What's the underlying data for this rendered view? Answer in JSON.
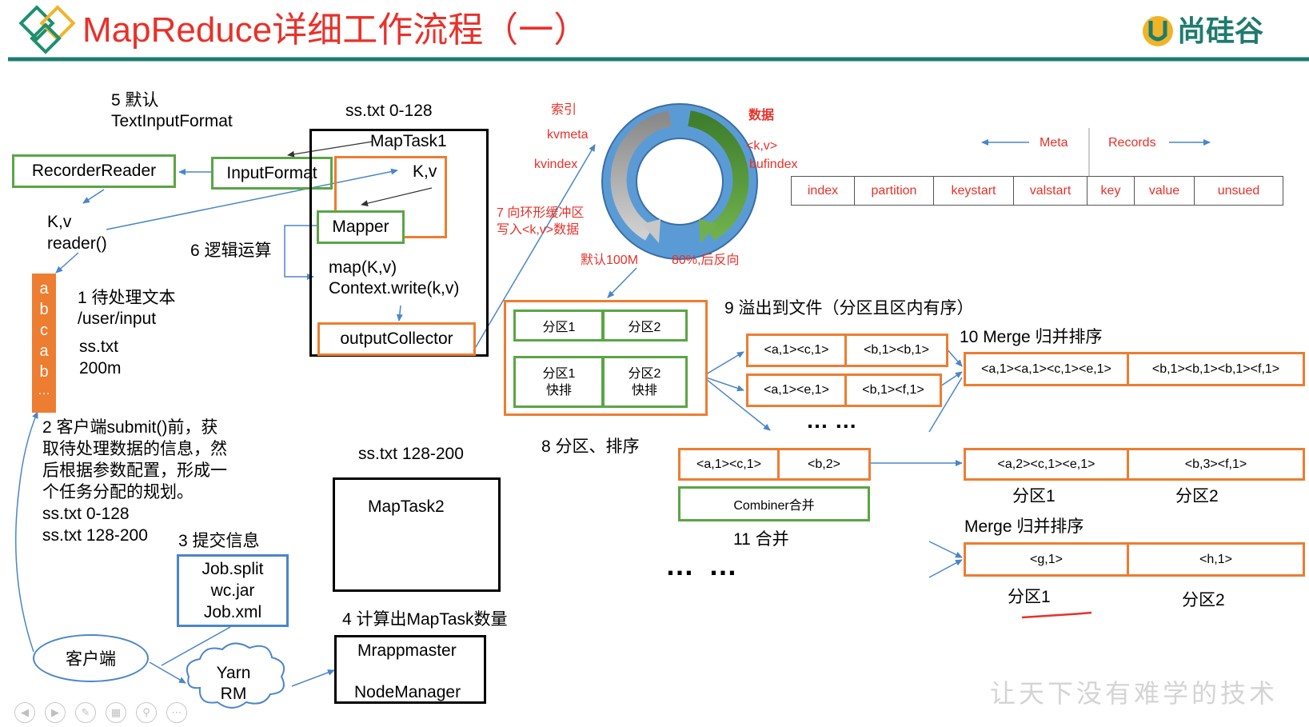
{
  "header": {
    "title": "MapReduce详细工作流程（一）",
    "logo_text": "尚硅谷"
  },
  "left": {
    "step5": "5 默认",
    "step5b": "TextInputFormat",
    "recorder_reader": "RecorderReader",
    "input_format": "InputFormat",
    "kv": "K,v",
    "reader": "reader()",
    "file_chars": [
      "a",
      "b",
      "c",
      "a",
      "b",
      "…"
    ],
    "step1": "1 待处理文本",
    "step1_path": "/user/input",
    "step1_file": "ss.txt",
    "step1_size": "200m",
    "step2": [
      "2 客户端submit()前，获",
      "取待处理数据的信息，然",
      "后根据参数配置，形成一",
      "个任务分配的规划。",
      "ss.txt  0-128",
      "ss.txt  128-200"
    ],
    "step3": "3 提交信息",
    "submit_files": [
      "Job.split",
      "wc.jar",
      "Job.xml"
    ],
    "client": "客户端",
    "yarn": [
      "Yarn",
      "RM"
    ]
  },
  "maptask": {
    "split1": "ss.txt 0-128",
    "title1": "MapTask1",
    "kv": "K,v",
    "mapper": "Mapper",
    "step6": "6 逻辑运算",
    "map_call": "map(K,v)",
    "write_call": "Context.write(k,v)",
    "output_collector": "outputCollector",
    "split2": "ss.txt 128-200",
    "title2": "MapTask2",
    "step4": "4 计算出MapTask数量",
    "app_master": "Mrappmaster",
    "node_manager": "NodeManager"
  },
  "buffer": {
    "index": "索引",
    "kvmeta": "kvmeta",
    "kvindex": "kvindex",
    "data": "数据",
    "kv": "<k,v>",
    "bufindex": "bufindex",
    "step7": [
      "7 向环形缓冲区",
      "写入<k,v>数据"
    ],
    "default_size": "默认100M",
    "threshold": "80%,后反向"
  },
  "meta": {
    "meta_label": "Meta",
    "records_label": "Records",
    "columns": [
      "index",
      "partition",
      "keystart",
      "valstart",
      "key",
      "value",
      "unsued"
    ]
  },
  "spill": {
    "step8": "8 分区、排序",
    "p1": "分区1",
    "p2": "分区2",
    "p1_sort": [
      "分区1",
      "快排"
    ],
    "p2_sort": [
      "分区2",
      "快排"
    ],
    "step9": "9 溢出到文件（分区且区内有序）",
    "file1": [
      "<a,1><c,1>",
      "<b,1><b,1>"
    ],
    "file2": [
      "<a,1><e,1>",
      "<b,1><f,1>"
    ],
    "dots": "… …",
    "step10": "10 Merge 归并排序",
    "merged": [
      "<a,1><a,1><c,1><e,1>",
      "<b,1><b,1><b,1><f,1>"
    ],
    "combine_in": [
      "<a,1><c,1>",
      "<b,2>"
    ],
    "combiner": "Combiner合并",
    "step11": "11 合并",
    "combined": [
      "<a,2><c,1><e,1>",
      "<b,3><f,1>"
    ],
    "partition1": "分区1",
    "partition2": "分区2",
    "merge2": "Merge 归并排序",
    "final": [
      "<g,1>",
      "<h,1>"
    ],
    "bottom_dots": "…   …"
  },
  "footer": {
    "slogan": "让天下没有难学的技术"
  },
  "colors": {
    "green": "#5aa545",
    "orange": "#ed7d31",
    "blue": "#4a86c8",
    "red": "#e8312a",
    "teal": "#1e7b6e"
  }
}
